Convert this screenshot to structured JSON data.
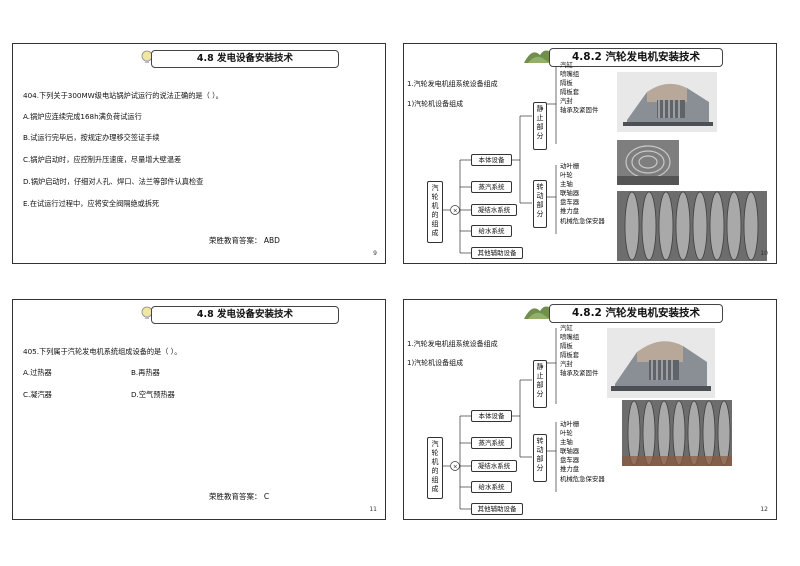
{
  "slides": [
    {
      "title": "4.8 发电设备安装技术",
      "question": "404.下列关于300MW级电站锅炉试运行的说法正确的是（    ）。",
      "options": [
        "A.锅炉应连续完成168h满负荷试运行",
        "B.试运行完毕后，按规定办理移交签证手续",
        "C.锅炉启动时，应控制升压速度，尽量增大壁温差",
        "D.锅炉启动时，仔细对人孔、焊口、法兰等部件认真检查",
        "E.在试运行过程中，应将安全阀隔绝或拆死"
      ],
      "answer": "荣胜教育答案：  ABD",
      "page": "9"
    },
    {
      "title": "4.8.2  汽轮发电机安装技术",
      "line1": "1.汽轮发电机组系统设备组成",
      "line2": "1)汽轮机设备组成",
      "root": "汽轮机的组成",
      "branches": [
        "本体设备",
        "蒸汽系统",
        "凝结水系统",
        "给水系统",
        "其他辅助设备"
      ],
      "static_label": "静止部分",
      "static_items": [
        "汽缸",
        "喷嘴组",
        "隔板",
        "隔板套",
        "汽封",
        "轴承及紧固件"
      ],
      "rotating_label": "转动部分",
      "rotating_items": [
        "动叶栅",
        "叶轮",
        "主轴",
        "联轴器",
        "盘车器",
        "推力盘",
        "机械危急保安器"
      ],
      "page": "10"
    },
    {
      "title": "4.8 发电设备安装技术",
      "question": "405.下列属于汽轮发电机系统组成设备的是（    ）。",
      "options": [
        "A.过热器",
        "B.再热器",
        "C.凝汽器",
        "D.空气预热器"
      ],
      "answer": "荣胜教育答案：  C",
      "page": "11"
    },
    {
      "title": "4.8.2  汽轮发电机安装技术",
      "line1": "1.汽轮发电机组系统设备组成",
      "line2": "1)汽轮机设备组成",
      "root": "汽轮机的组成",
      "branches": [
        "本体设备",
        "蒸汽系统",
        "凝结水系统",
        "给水系统",
        "其他辅助设备"
      ],
      "static_label": "静止部分",
      "static_items": [
        "汽缸",
        "喷嘴组",
        "隔板",
        "隔板套",
        "汽封",
        "轴承及紧固件"
      ],
      "rotating_label": "转动部分",
      "rotating_items": [
        "动叶栅",
        "叶轮",
        "主轴",
        "联轴器",
        "盘车器",
        "推力盘",
        "机械危急保安器"
      ],
      "page": "12"
    }
  ],
  "colors": {
    "border": "#333333",
    "title_bg": "#ffffff",
    "deco_green": "#6f8f4a"
  }
}
